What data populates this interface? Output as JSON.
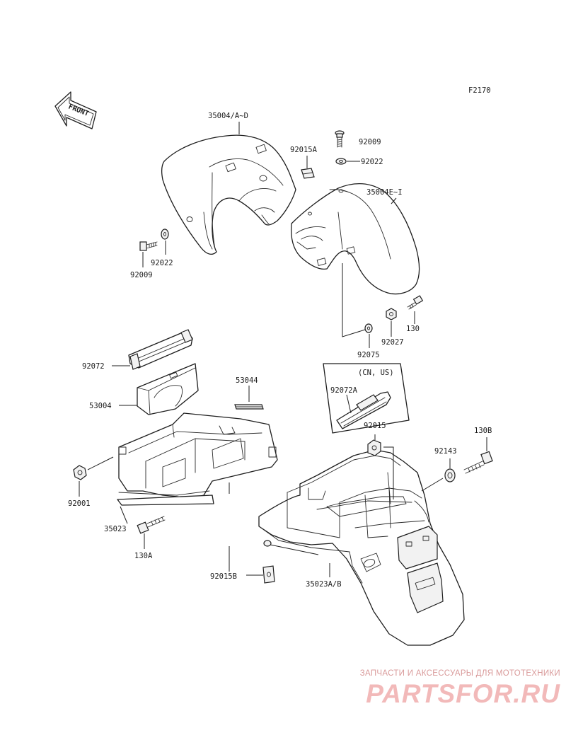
{
  "diagram": {
    "code": "F2170",
    "front_label": "FRONT",
    "region_note": "(CN, US)",
    "parts": {
      "p35004_ad": "35004/A~D",
      "p92015a": "92015A",
      "p92009_top": "92009",
      "p92022_top": "92022",
      "p35004_ei": "35004E~I",
      "p92022_left": "92022",
      "p92009_left": "92009",
      "p130": "130",
      "p92027": "92027",
      "p92075": "92075",
      "p92072": "92072",
      "p53044": "53044",
      "p53004": "53004",
      "p92072a": "92072A",
      "p92015": "92015",
      "p130b": "130B",
      "p92143": "92143",
      "p92001": "92001",
      "p35023": "35023",
      "p130a": "130A",
      "p92015b": "92015B",
      "p35023ab": "35023A/B"
    }
  },
  "watermark": {
    "tagline": "ЗАПЧАСТИ И АКСЕССУАРЫ ДЛЯ МОТОТЕХНИКИ",
    "logo": "PARTSFOR.RU"
  }
}
